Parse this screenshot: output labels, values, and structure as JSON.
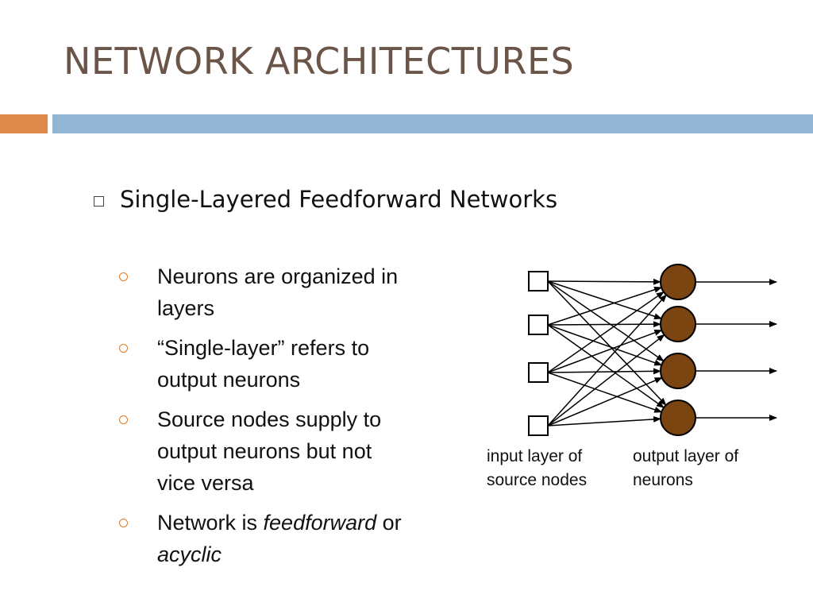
{
  "title": "NETWORK ARCHITECTURES",
  "heading": "Single-Layered Feedforward Networks",
  "bullets": [
    {
      "line1": "Neurons are organized in",
      "line2": "layers"
    },
    {
      "line1": "“Single-layer” refers to",
      "line2": "output neurons"
    },
    {
      "line1": "Source nodes supply to",
      "line2": "output neurons but not",
      "line3": "vice versa"
    },
    {
      "pre": "Network is ",
      "em1": "feedforward",
      "mid": " or",
      "em2": "acyclic"
    }
  ],
  "diagram": {
    "input_label_1": "input layer of",
    "input_label_2": "source nodes",
    "output_label_1": "output layer of",
    "output_label_2": "neurons",
    "input_nodes": 4,
    "output_neurons": 4,
    "neuron_color": "#7b4512",
    "connection": "fully-connected"
  },
  "colors": {
    "title": "#6b5549",
    "accent_orange": "#df8a4a",
    "accent_blue": "#92b5d4",
    "bullet_ring": "#e07a26"
  }
}
